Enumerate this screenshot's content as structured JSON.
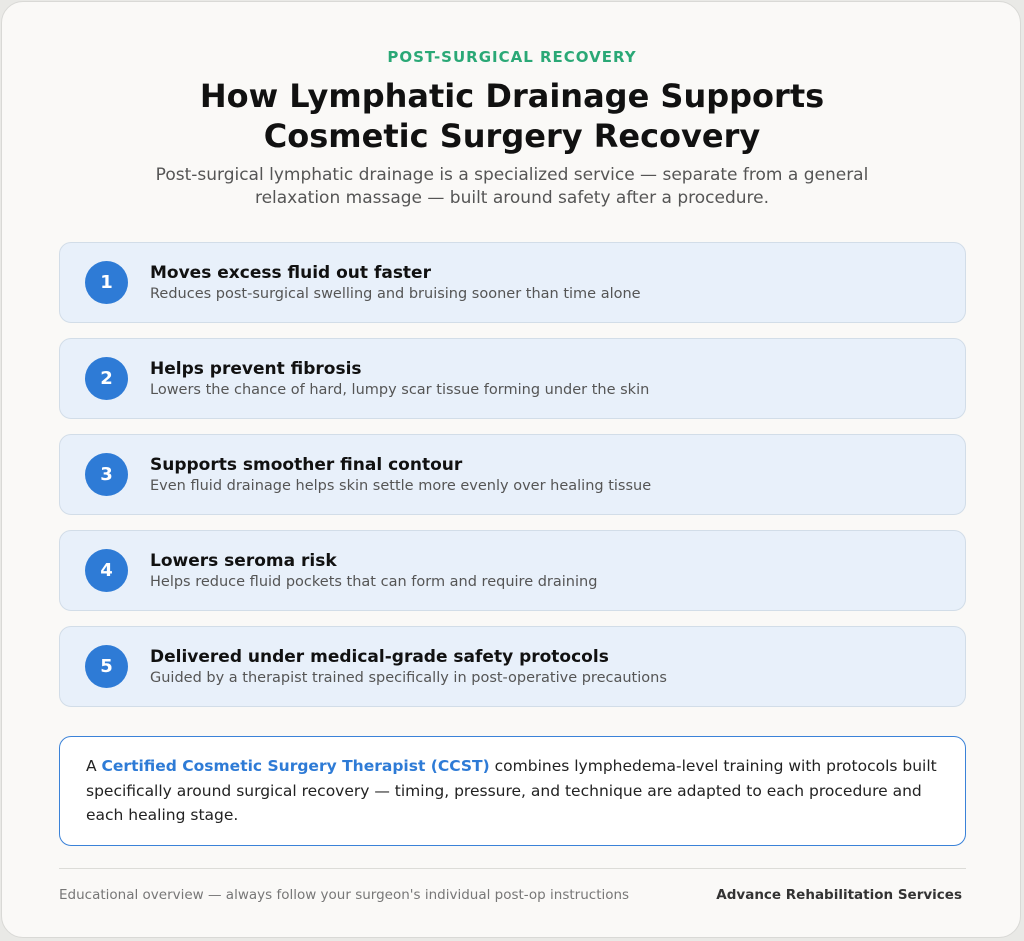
{
  "eyebrow": "POST-SURGICAL RECOVERY",
  "title_line1": "How Lymphatic Drainage Supports",
  "title_line2": "Cosmetic Surgery Recovery",
  "subtitle": "Post-surgical lymphatic drainage is a specialized service — separate from a general relaxation massage — built around safety after a procedure.",
  "benefits": [
    {
      "number": "1",
      "title": "Moves excess fluid out faster",
      "description": "Reduces post-surgical swelling and bruising sooner than time alone"
    },
    {
      "number": "2",
      "title": "Helps prevent fibrosis",
      "description": "Lowers the chance of hard, lumpy scar tissue forming under the skin"
    },
    {
      "number": "3",
      "title": "Supports smoother final contour",
      "description": "Even fluid drainage helps skin settle more evenly over healing tissue"
    },
    {
      "number": "4",
      "title": "Lowers seroma risk",
      "description": "Helps reduce fluid pockets that can form and require draining"
    },
    {
      "number": "5",
      "title": "Delivered under medical-grade safety protocols",
      "description": "Guided by a therapist trained specifically in post-operative precautions"
    }
  ],
  "callout": {
    "prefix": "A ",
    "highlight": "Certified Cosmetic Surgery Therapist (CCST)",
    "rest": " combines lymphedema-level training with protocols built specifically around surgical recovery — timing, pressure, and technique are adapted to each procedure and each healing stage."
  },
  "footer": {
    "disclaimer": "Educational overview — always follow your surgeon's individual post-op instructions",
    "brand": "Advance Rehabilitation Services"
  },
  "colors": {
    "accent_green": "#2aa876",
    "accent_blue": "#2e7bd6",
    "card_bg": "#e8f0fa"
  }
}
